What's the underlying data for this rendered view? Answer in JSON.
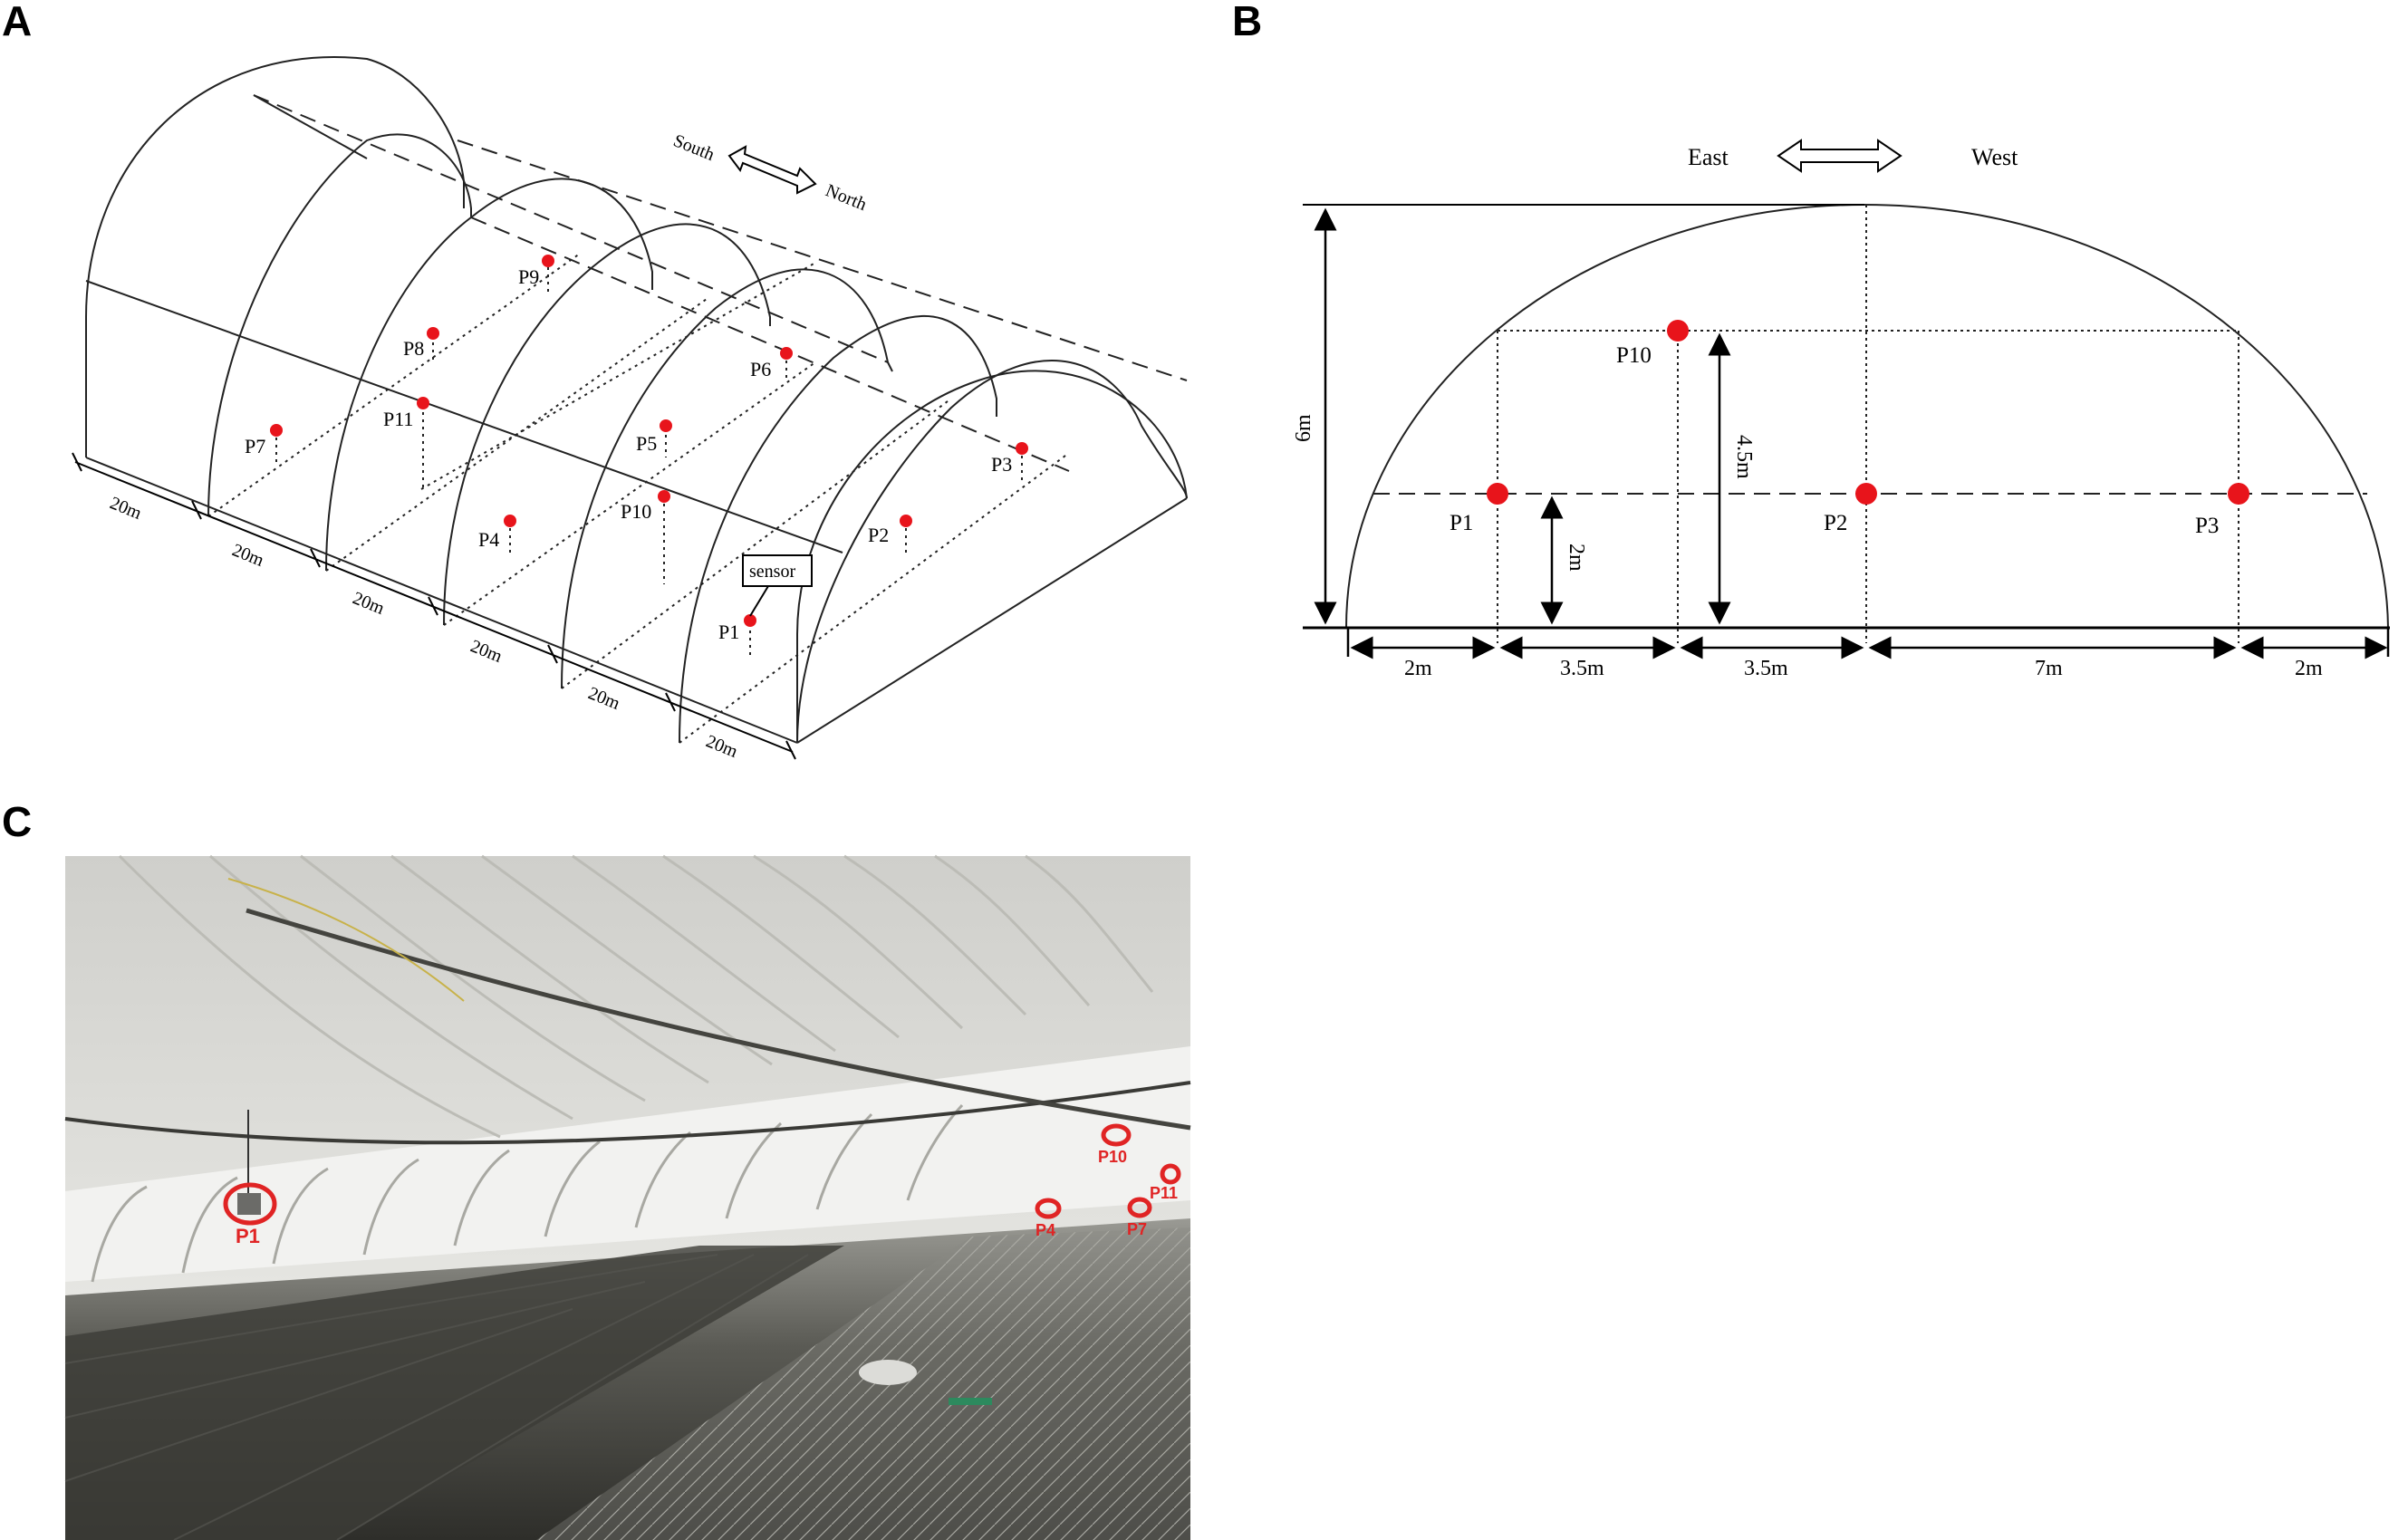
{
  "panels": {
    "a": "A",
    "b": "B",
    "c": "C"
  },
  "panel_a": {
    "orientation": {
      "left": "South",
      "right": "North"
    },
    "sensor_label": "sensor",
    "spans": [
      "20m",
      "20m",
      "20m",
      "20m",
      "20m",
      "20m"
    ],
    "points": {
      "P1": "P1",
      "P2": "P2",
      "P3": "P3",
      "P4": "P4",
      "P5": "P5",
      "P6": "P6",
      "P7": "P7",
      "P8": "P8",
      "P9": "P9",
      "P10": "P10",
      "P11": "P11"
    }
  },
  "panel_b": {
    "orientation": {
      "left": "East",
      "right": "West"
    },
    "height_total": "6m",
    "height_p10": "4.5m",
    "height_p1": "2m",
    "widths": [
      "2m",
      "3.5m",
      "3.5m",
      "7m",
      "2m"
    ],
    "points": {
      "P1": "P1",
      "P2": "P2",
      "P3": "P3",
      "P10": "P10"
    }
  },
  "panel_c": {
    "markers": {
      "P1": "P1",
      "P4": "P4",
      "P7": "P7",
      "P10": "P10",
      "P11": "P11"
    }
  },
  "colors": {
    "point": "#e8141b",
    "photo_marker": "#e02424"
  }
}
